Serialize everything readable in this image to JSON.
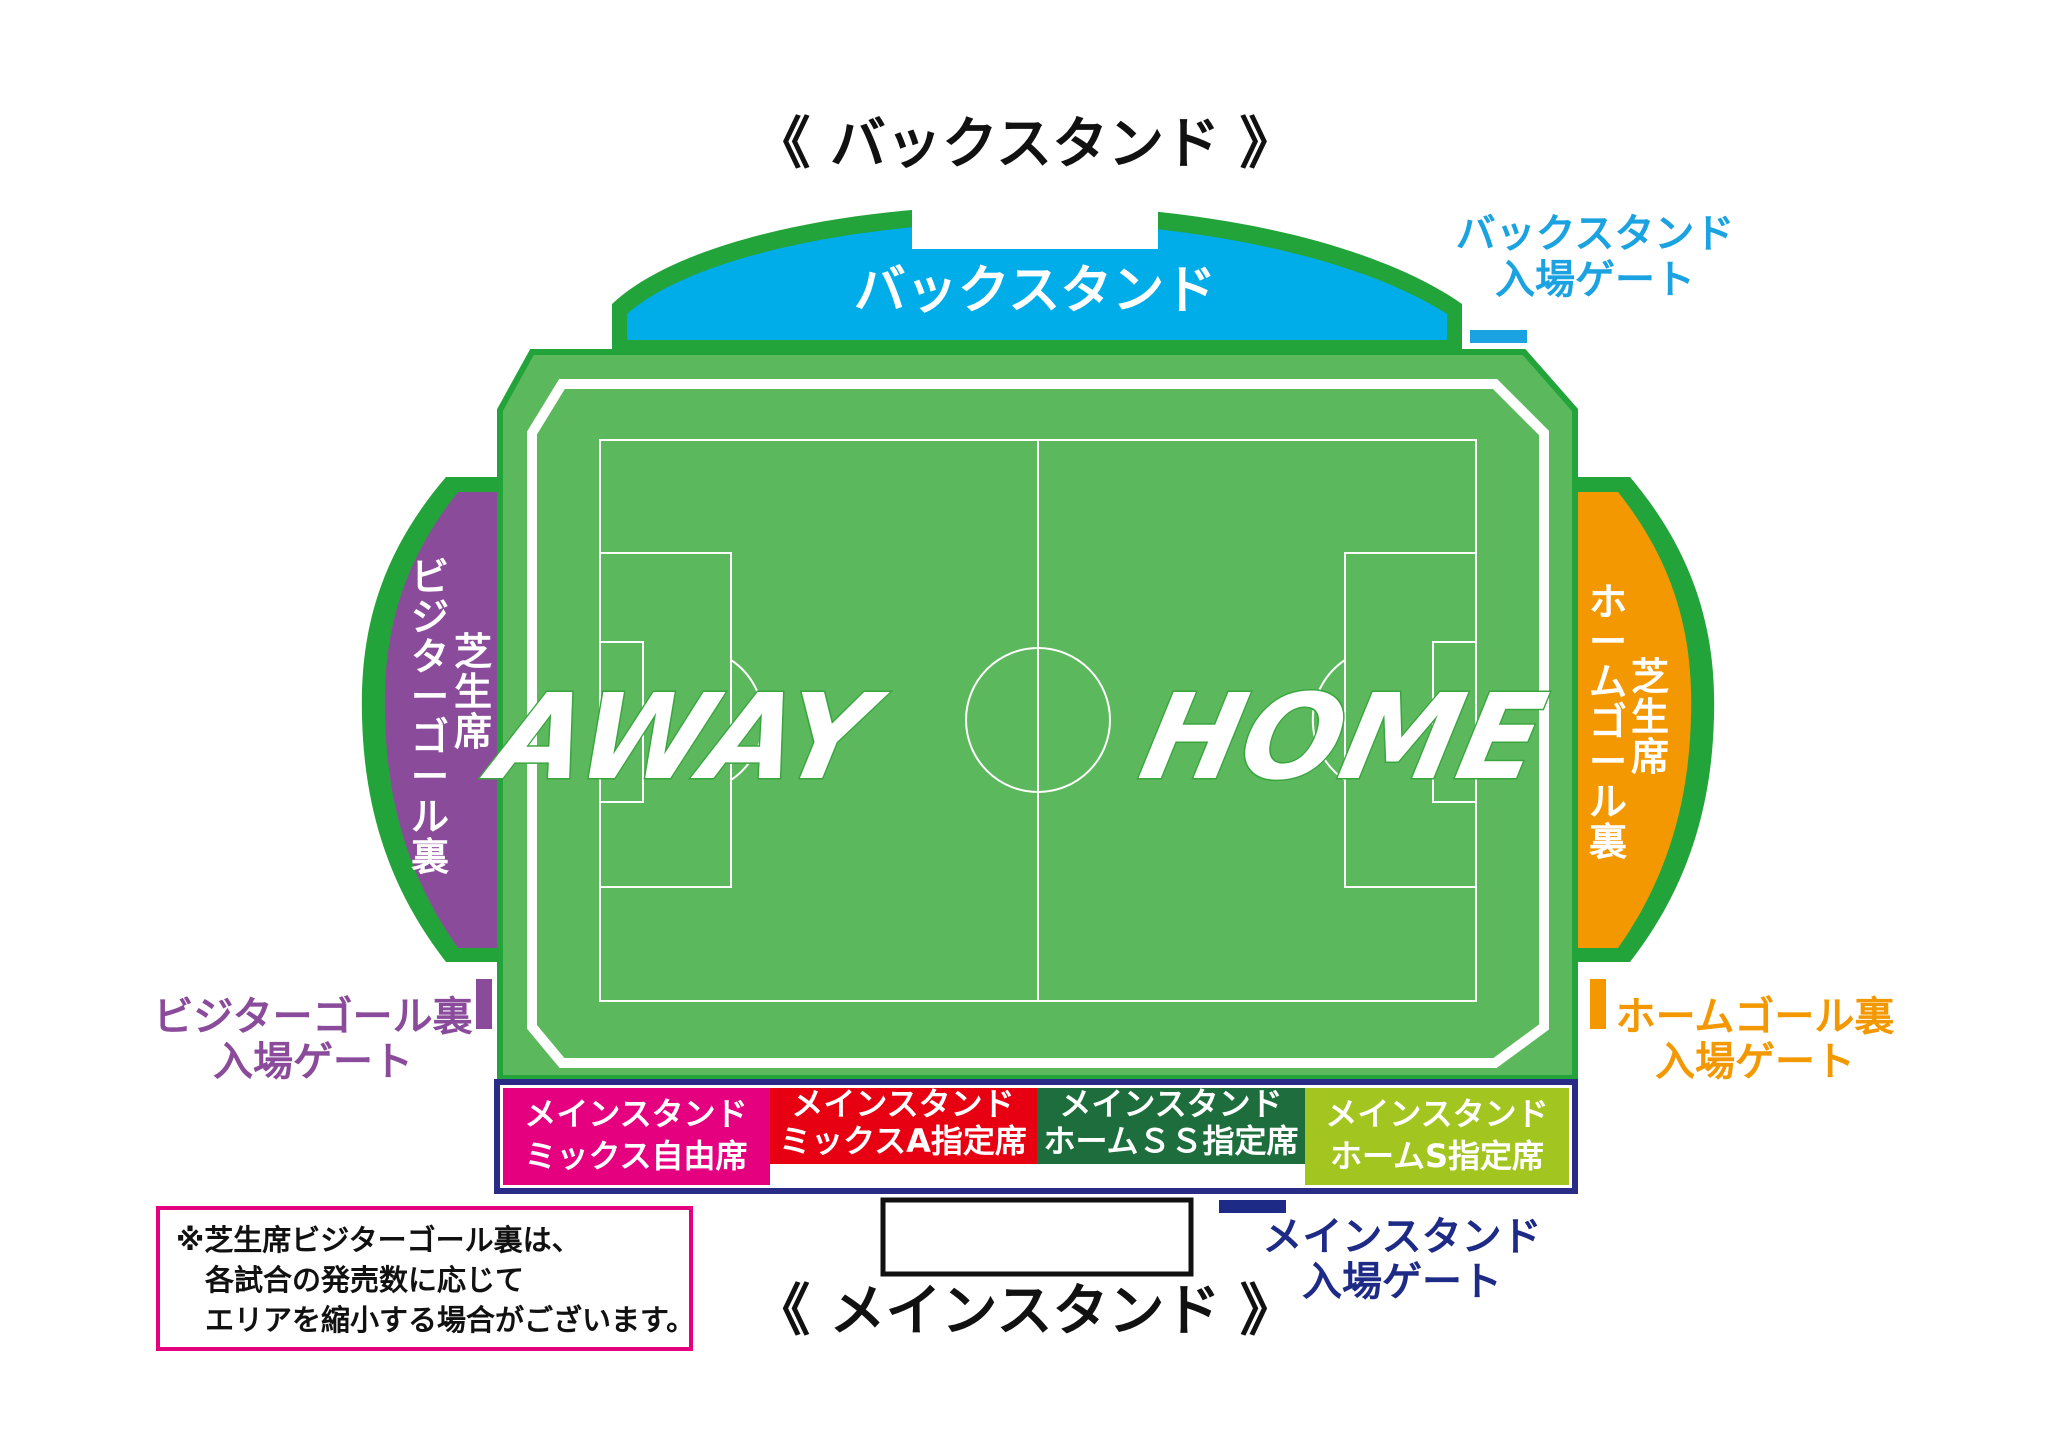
{
  "titles": {
    "back_stand": "《 バックスタンド 》",
    "main_stand": "《 メインスタンド 》"
  },
  "stands": {
    "back": {
      "label": "バックスタンド",
      "color": "#00ade9"
    },
    "visitor_goal": {
      "lines": [
        "芝生席",
        "ビジターゴール裏"
      ],
      "color": "#8a4b9b"
    },
    "home_goal": {
      "lines": [
        "芝生席",
        "ホームゴール裏"
      ],
      "color": "#f39800"
    }
  },
  "pitch": {
    "away_text": "AWAY",
    "home_text": "HOME",
    "grass_color": "#5cb85c",
    "ring_color": "#22a43a"
  },
  "main_sections": [
    {
      "line1": "メインスタンド",
      "line2": "ミックス自由席",
      "color": "#e4007f"
    },
    {
      "line1": "メインスタンド",
      "line2": "ミックスA指定席",
      "color": "#e60012"
    },
    {
      "line1": "メインスタンド",
      "line2": "ホームＳＳ指定席",
      "color": "#1d6e3c"
    },
    {
      "line1": "メインスタンド",
      "line2": "ホームS指定席",
      "color": "#a3c520"
    }
  ],
  "gates": {
    "back": {
      "line1": "バックスタンド",
      "line2": "入場ゲート",
      "color": "#1aa3e0"
    },
    "visitor": {
      "line1": "ビジターゴール裏",
      "line2": "入場ゲート",
      "color": "#8a4b9b"
    },
    "home": {
      "line1": "ホームゴール裏",
      "line2": "入場ゲート",
      "color": "#f39800"
    },
    "main": {
      "line1": "メインスタンド",
      "line2": "入場ゲート",
      "color": "#1d2a86"
    }
  },
  "note": {
    "lines": [
      "※芝生席ビジターゴール裏は、",
      "各試合の発売数に応じて",
      "エリアを縮小する場合がございます。"
    ],
    "border_color": "#e4007f"
  }
}
